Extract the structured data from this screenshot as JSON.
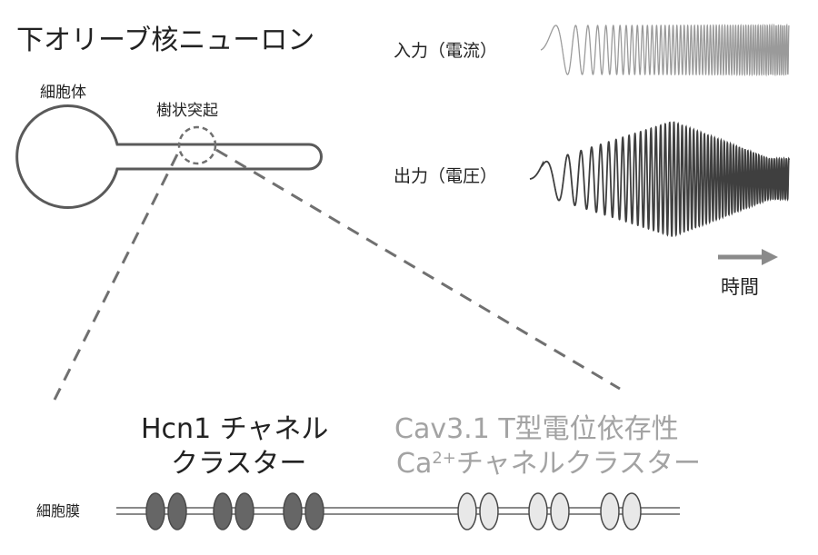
{
  "title": "下オリーブ核ニューロン",
  "labels": {
    "soma": "細胞体",
    "dendrite": "樹状突起",
    "input": "入力（電流）",
    "output": "出力（電圧）",
    "time": "時間",
    "membrane": "細胞膜"
  },
  "clusters": {
    "hcn": {
      "line1": "Hcn1 チャネル",
      "line2": "クラスター",
      "count": 6,
      "color": "#666666"
    },
    "cav": {
      "line1": "Cav3.1 T型電位依存性",
      "line2_prefix": "Ca",
      "line2_sup": "2+",
      "line2_suffix": "チャネルクラスター",
      "count": 6,
      "color": "#e8e8e8"
    }
  },
  "colors": {
    "input_trace": "#9a9a9a",
    "output_trace": "#3f3f3f",
    "neuron_outline": "#5a5a5a",
    "arrow": "#8a8a8a",
    "dash": "#707070"
  }
}
